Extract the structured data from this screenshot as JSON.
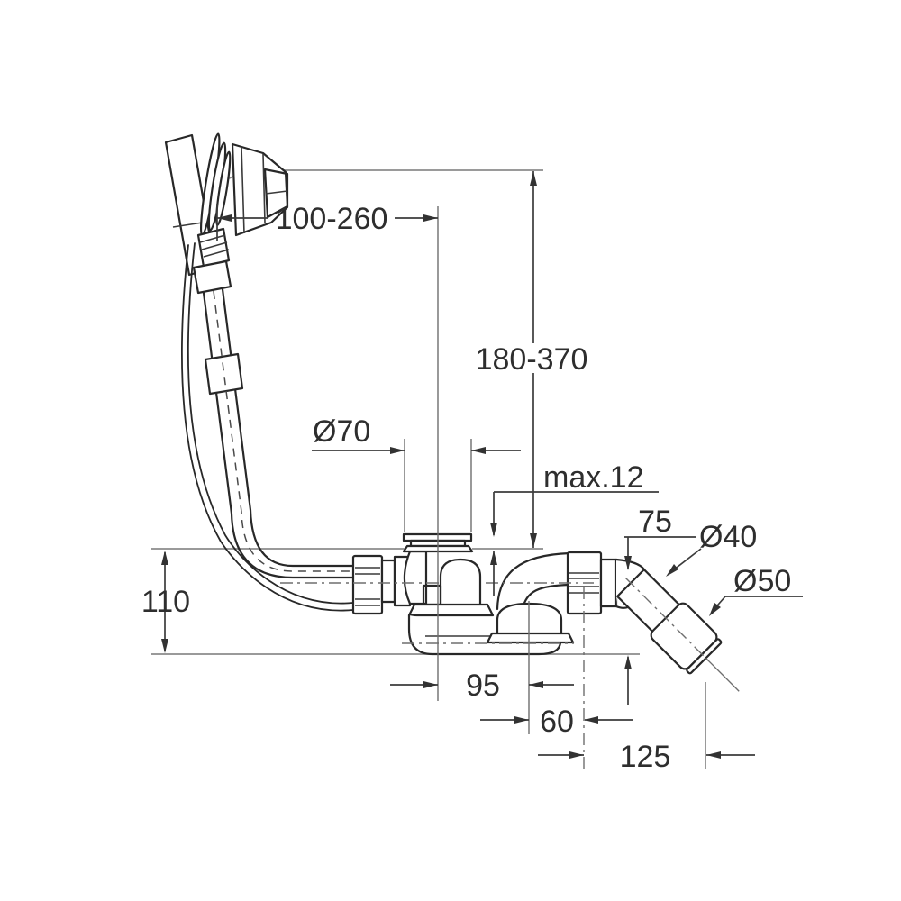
{
  "page": {
    "background": "#ffffff"
  },
  "diagram": {
    "type": "technical_dimension_drawing",
    "subject": "Bath waste and overflow set - side elevation with installation dimensions",
    "units": "mm",
    "colors": {
      "object_line": "#282828",
      "dimension_line": "#3c3c3c",
      "reference_line": "#8c8c8c",
      "text": "#2e2e2e",
      "background": "#ffffff"
    },
    "labels": {
      "overflow_distance": "100-260",
      "overflow_height": "180-370",
      "waste_flange_diameter": "Ø70",
      "max_rim_thickness": "max.12",
      "outlet_height": "75",
      "outlet_pipe_diameter": "Ø40",
      "outlet_connector_diameter": "Ø50",
      "trap_height": "110",
      "waste_to_riser_offset": "95",
      "riser_to_outlet_offset": "60",
      "outlet_horizontal_offset": "125"
    }
  }
}
